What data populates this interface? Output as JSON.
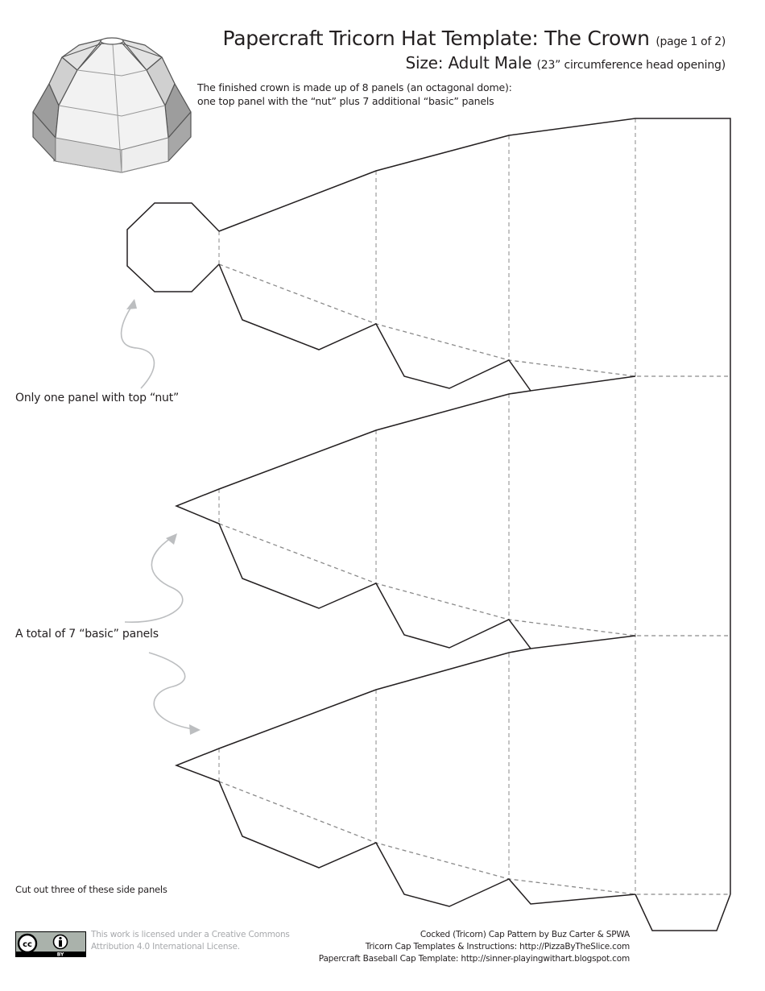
{
  "header": {
    "title": "Papercraft Tricorn Hat Template: The Crown",
    "title_page": "(page 1 of 2)",
    "size_label": "Size: Adult Male",
    "size_detail": "(23” circumference head opening)"
  },
  "description": {
    "line1": "The finished crown is made up of 8 panels (an octagonal dome):",
    "line2": "one top panel with the “nut” plus 7 additional “basic” panels"
  },
  "annotations": {
    "nut_panel": "Only one panel with top “nut”",
    "basic_panels": "A total of 7 “basic” panels",
    "cut_out": "Cut out three of these side panels"
  },
  "license": {
    "line1": "This work is licensed under a Creative Commons",
    "line2": "Attribution 4.0 International License.",
    "badge_cc": "cc",
    "badge_by": "BY"
  },
  "credits": {
    "line1": "Cocked (Tricorn) Cap Pattern by Buz Carter & SPWA",
    "line2": "Tricorn Cap Templates & Instructions: http://PizzaByTheSlice.com",
    "line3": "Papercraft Baseball Cap Template: http://sinner-playingwithart.blogspot.com"
  },
  "colors": {
    "cut_line": "#231f20",
    "fold_line": "#8a8a8a",
    "arrow": "#bcbec0",
    "license_text": "#a7a9ac"
  }
}
